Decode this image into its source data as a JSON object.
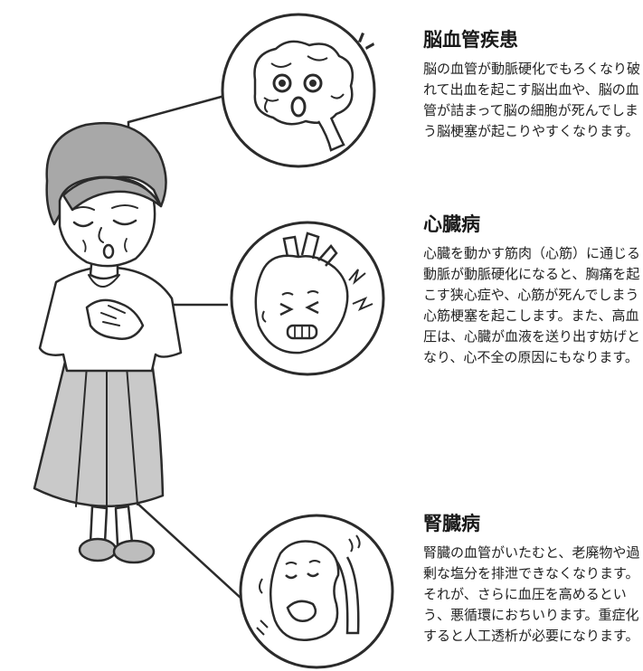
{
  "sections": [
    {
      "title": "脳血管疾患",
      "body": "脳の血管が動脈硬化でもろくなり破れて出血を起こす脳出血や、脳の血管が詰まって脳の細胞が死んでしまう脳梗塞が起こりやすくなります。",
      "icon": "brain-icon"
    },
    {
      "title": "心臓病",
      "body": "心臓を動かす筋肉（心筋）に通じる動脈が動脈硬化になると、胸痛を起こす狭心症や、心筋が死んでしまう心筋梗塞を起こします。また、高血圧は、心臓が血液を送り出す妨げとなり、心不全の原因にもなります。",
      "icon": "heart-icon"
    },
    {
      "title": "腎臓病",
      "body": "腎臓の血管がいたむと、老廃物や過剰な塩分を排泄できなくなります。それが、さらに血圧を高めるという、悪循環におちいります。重症化すると人工透析が必要になります。",
      "icon": "kidney-icon"
    }
  ],
  "colors": {
    "hair": "#a8a8a8",
    "skirt": "#c9c9c9",
    "shoes": "#bdbdbd",
    "skin": "#ffffff",
    "outline": "#2b2b2b"
  }
}
